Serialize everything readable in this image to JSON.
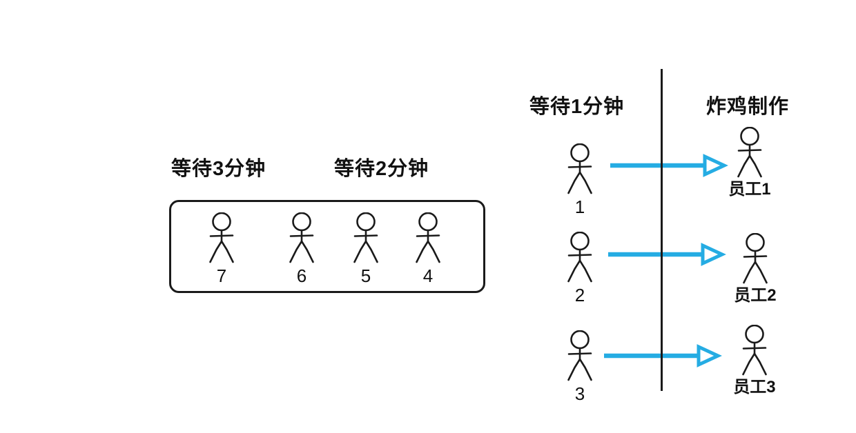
{
  "diagram_title": "queue-waiting-and-fried-chicken-making-diagram",
  "colors": {
    "stroke": "#1a1a1a",
    "arrow": "#25ace3",
    "background": "#ffffff",
    "text": "#111111"
  },
  "headings": {
    "wait_3_min": "等待3分钟",
    "wait_2_min": "等待2分钟",
    "wait_1_min": "等待1分钟",
    "fried_chicken_making": "炸鸡制作"
  },
  "queue_box": {
    "people": [
      {
        "number": "7"
      },
      {
        "number": "6"
      },
      {
        "number": "5"
      },
      {
        "number": "4"
      }
    ]
  },
  "waiting_column": {
    "people": [
      {
        "number": "1"
      },
      {
        "number": "2"
      },
      {
        "number": "3"
      }
    ]
  },
  "workers": {
    "people": [
      {
        "label": "员工1"
      },
      {
        "label": "员工2"
      },
      {
        "label": "员工3"
      }
    ]
  }
}
